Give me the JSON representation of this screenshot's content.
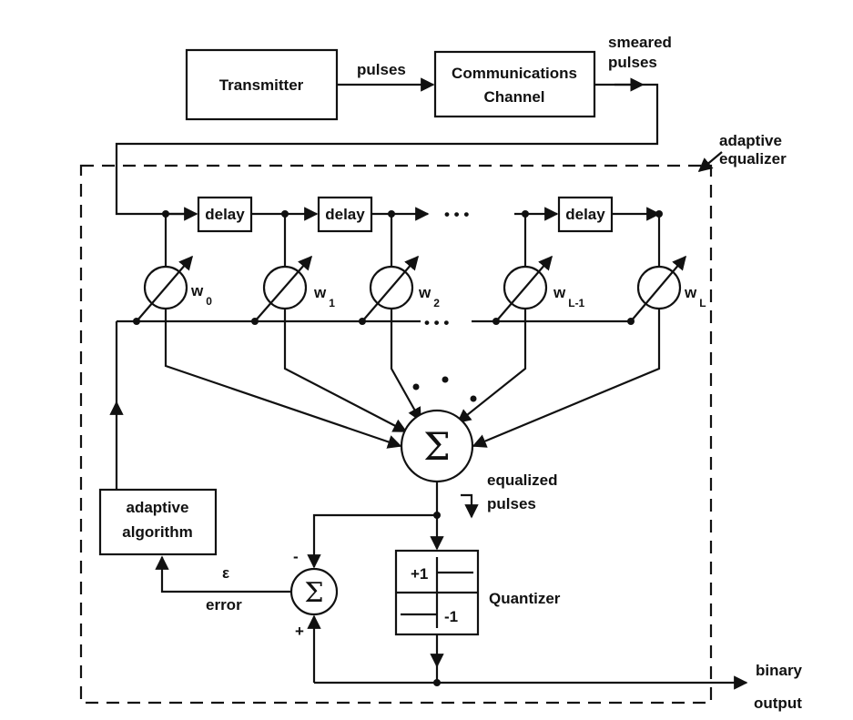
{
  "blocks": {
    "transmitter": "Transmitter",
    "channel_line1": "Communications",
    "channel_line2": "Channel",
    "delay": "delay",
    "adaptive_line1": "adaptive",
    "adaptive_line2": "algorithm",
    "quantizer": "Quantizer",
    "quantizer_plus": "+1",
    "quantizer_minus": "-1"
  },
  "signals": {
    "pulses": "pulses",
    "smeared_line1": "smeared",
    "smeared_line2": "pulses",
    "equalized_line1": "equalized",
    "equalized_line2": "pulses",
    "binary_line1": "binary",
    "binary_line2": "output",
    "epsilon": "ε",
    "error": "error",
    "minus": "-",
    "plus": "+",
    "ellipsis": "• • •"
  },
  "region": {
    "line1": "adaptive",
    "line2": "equalizer"
  },
  "weights": [
    {
      "w": "w",
      "sub": "0"
    },
    {
      "w": "w",
      "sub": "1"
    },
    {
      "w": "w",
      "sub": "2"
    },
    {
      "w": "w",
      "sub": "L-1"
    },
    {
      "w": "w",
      "sub": "L"
    }
  ],
  "summer_symbol": "Σ",
  "colors": {
    "ink": "#111111",
    "background": "#ffffff"
  }
}
